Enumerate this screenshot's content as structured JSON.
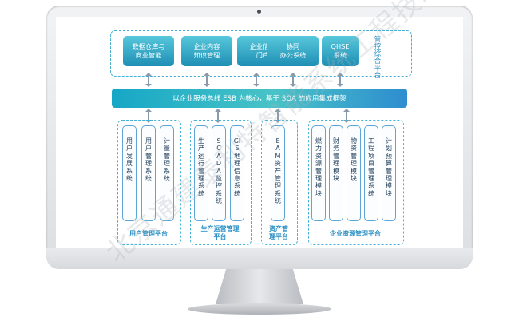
{
  "top_platform": {
    "boxes": [
      {
        "label": "数据仓库与\n商业智能"
      },
      {
        "label": "企业内容\n知识管理"
      },
      {
        "label": "企业信息\n门户"
      },
      {
        "label": "协同\n办公系统"
      },
      {
        "label": "QHSE\n系统"
      }
    ],
    "side_label": "管控综合平台"
  },
  "esb_bar": {
    "label": "以企业服务总线 ESB 为核心，基于 SOA 的应用集成框架"
  },
  "groups": [
    {
      "label": "用户管理平台",
      "systems": [
        "用户发展系统",
        "用户管理系统",
        "计量管理系统"
      ]
    },
    {
      "label": "生产运营管理\n平台",
      "systems": [
        "生产运行管理系统",
        "SCADA监控系统",
        "GIS地理信息系统"
      ]
    },
    {
      "label": "资产管\n理平台",
      "systems": [
        "EAM资产管理系统"
      ]
    },
    {
      "label": "企业资源管理平台",
      "systems": [
        "燃力资源管理模块",
        "财务管理模块",
        "物资管理模块",
        "工程项目管理系统",
        "计划预算管理模块"
      ]
    }
  ],
  "watermark": "北京通建泰利特智能系统工程技术"
}
